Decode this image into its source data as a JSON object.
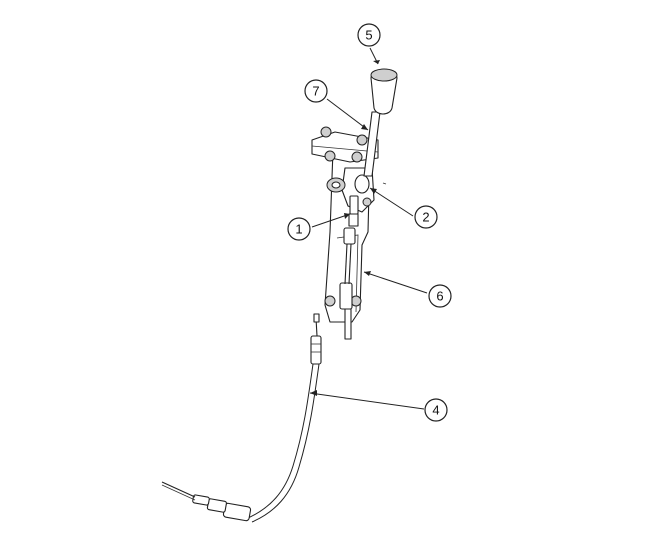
{
  "callouts": [
    {
      "id": "c1",
      "label": "1"
    },
    {
      "id": "c2",
      "label": "2"
    },
    {
      "id": "c4",
      "label": "4"
    },
    {
      "id": "c5",
      "label": "5"
    },
    {
      "id": "c6",
      "label": "6"
    },
    {
      "id": "c7",
      "label": "7"
    }
  ],
  "colors": {
    "line": "#222222",
    "shade": "#cfcfcf",
    "background": "#ffffff"
  }
}
